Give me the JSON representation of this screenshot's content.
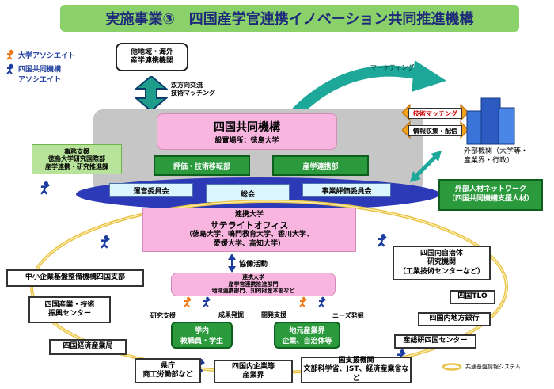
{
  "title": "実施事業③　四国産学官連携イノベーション共同推進機構",
  "legend": {
    "univ_associate": "大学アソシエイト",
    "shikoku_associate_1": "四国共同機構",
    "shikoku_associate_2": "アソシエイト"
  },
  "other_regions": {
    "line1": "他地域・海外",
    "line2": "産学連携機関"
  },
  "bidirectional": {
    "line1": "双方向交流",
    "line2": "技術マッチング"
  },
  "marketing": "マーケティング",
  "tech_matching": "技術マッチング",
  "info_collection": "情報収集・配信",
  "external": {
    "line1": "外部機関（大学等・",
    "line2": "産業界・行政）"
  },
  "jimu": {
    "line1": "事務支援",
    "line2": "徳島大学研究国際部",
    "line3": "産学連携・研究推進課"
  },
  "kiko": {
    "name": "四国共同機構",
    "location": "設置場所：徳島大学"
  },
  "evaluation_dept": "評価・技術移転部",
  "collab_dept": "産学連携部",
  "unei": "運営委員会",
  "sokai": "総会",
  "jigyo_hyoka": "事業評価委員会",
  "hr_network": {
    "line1": "外部人材ネットワーク",
    "line2": "（四国共同機構支援人材）"
  },
  "satellite": {
    "line1": "連携大学",
    "line2": "サテライトオフィス",
    "line3": "（徳島大学、鳴門教育大学、香川大学、",
    "line4": "愛媛大学、高知大学）"
  },
  "kyodo": "協働活動",
  "univ_dept": {
    "line1": "連携大学",
    "line2": "産学官連携推進部門",
    "line3": "地域連携部門、知的財産本部など"
  },
  "research_support": "研究支援",
  "results": "成果発掘",
  "dev_support": "開発支援",
  "needs": "ニーズ発掘",
  "campus": {
    "line1": "学内",
    "line2": "教職員・学生"
  },
  "local_industry": {
    "line1": "地元産業界",
    "line2": "企業、自治体等"
  },
  "left_boxes": {
    "sme": "中小企業基盤整備機構四国支部",
    "promo_1": "四国産業・技術",
    "promo_2": "振興センター",
    "meti": "四国経済産業局",
    "pref_1": "県庁",
    "pref_2": "商工労働部など"
  },
  "bottom_center": {
    "line1": "四国内企業等",
    "line2": "産業界"
  },
  "gov_support": {
    "line1": "国支援機関",
    "line2": "文部科学省、JST、経済産業省など"
  },
  "right_boxes": {
    "local_gov_1": "四国内自治体",
    "local_gov_2": "研究機関",
    "local_gov_3": "（工業技術センターなど）",
    "tlo": "四国TLO",
    "bank": "四国内地方銀行",
    "aist": "産総研四国センター"
  },
  "system_legend": "共通基盤情報システム",
  "colors": {
    "title_bg": "#8ad16a",
    "ring": "#e8c24a",
    "green": "#2a9a3c",
    "ellipse": "#2d3ab8"
  }
}
